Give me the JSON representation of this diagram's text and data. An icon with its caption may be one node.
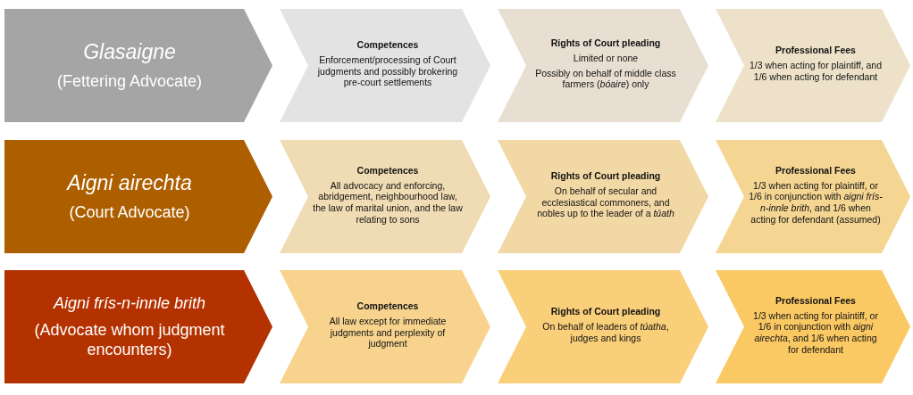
{
  "diagram": {
    "nodes": [
      {
        "text": [
          "Glasaigne",
          "(Fettering Advocate)"
        ]
      },
      {
        "text": [
          "Competences",
          "Enforcement/processing of Court judgments and possibly brokering pre-court settlements"
        ]
      },
      {
        "text": [
          "Rights of Court pleading",
          "Limited or none",
          "Possibly on behalf of middle class farmers (*bóaire*) only"
        ]
      },
      {
        "text": [
          "Professional Fees",
          "1/3 when acting for plaintiff, and 1/6 when acting for defendant"
        ]
      },
      {
        "text": [
          "Aigni airechta",
          "(Court Advocate)"
        ]
      },
      {
        "text": [
          "Competences",
          "All advocacy and enforcing, abridgement, neighbourhood law, the law of marital union, and the law relating to sons"
        ]
      },
      {
        "text": [
          "Rights of Court pleading",
          "On behalf of secular and ecclesiastical commoners, and nobles up to the leader of a *túath*"
        ]
      },
      {
        "text": [
          "Professional Fees",
          "1/3 when acting for plaintiff, or 1/6 in conjunction with *aigni frís-n-innle brith*, and 1/6 when acting for defendant (assumed)"
        ]
      },
      {
        "text": [
          "Aigni frís-n-innle brith",
          "(Advocate whom judgment encounters)"
        ]
      },
      {
        "text": [
          "Competences",
          "All law except for immediate judgments and perplexity of judgment"
        ]
      },
      {
        "text": [
          "Rights of Court pleading",
          "On behalf of leaders of *túatha*, judges and kings"
        ]
      },
      {
        "text": [
          "Professional Fees",
          "1/3 when acting for plaintiff, or 1/6 in conjunction with *aigni airechta*, and 1/6 when acting for defendant"
        ]
      }
    ]
  }
}
